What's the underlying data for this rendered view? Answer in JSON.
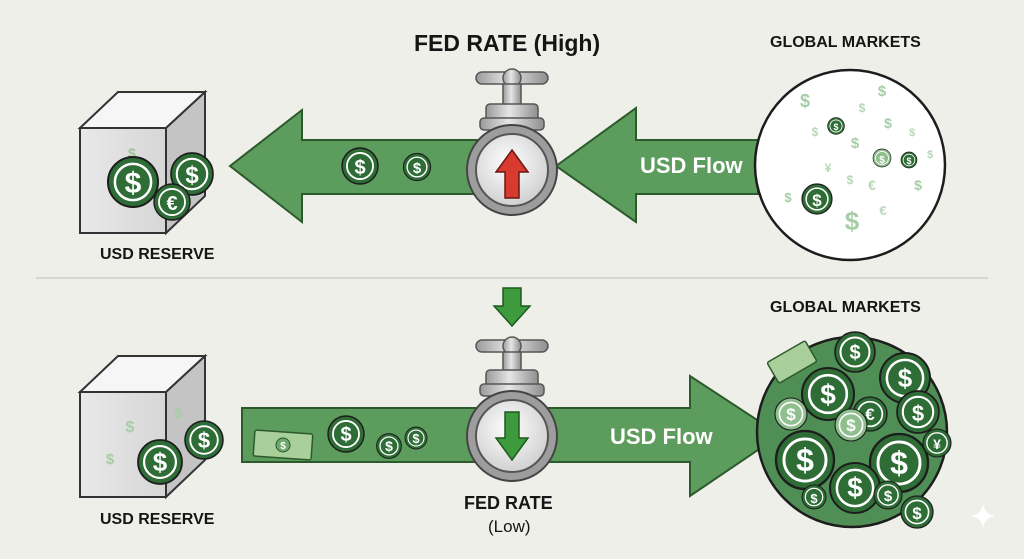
{
  "top": {
    "fed_rate_label": "FED RATE (High)",
    "reserve_label": "USD RESERVE",
    "markets_label": "GLOBAL MARKETS",
    "flow_label": "USD Flow",
    "rate_direction": "up"
  },
  "bottom": {
    "fed_rate_label_line1": "FED RATE",
    "fed_rate_label_line2": "(Low)",
    "reserve_label": "USD RESERVE",
    "markets_label": "GLOBAL MARKETS",
    "flow_label": "USD Flow",
    "rate_direction": "down"
  },
  "symbols": {
    "dollar": "$",
    "euro": "€",
    "yen": "¥"
  },
  "colors": {
    "background": "#efefea",
    "flow_green": "#5c9c5c",
    "coin_dark": "#2f6d36",
    "rate_up_red": "#d93a30",
    "rate_down_green": "#3d9a3d"
  }
}
